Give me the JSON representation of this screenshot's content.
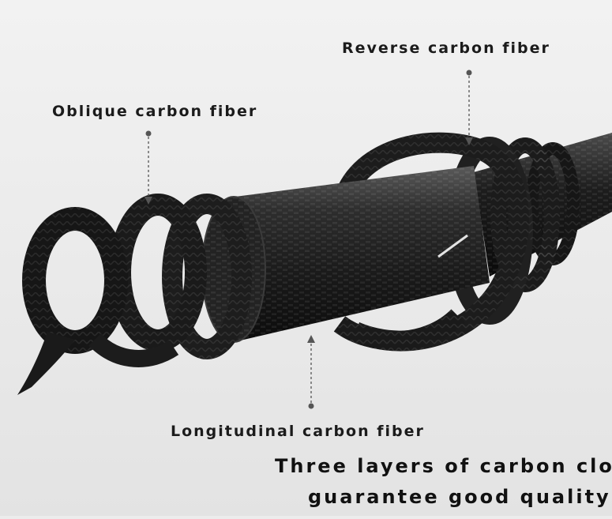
{
  "labels": {
    "reverse": "Reverse carbon fiber",
    "oblique": "Oblique carbon fiber",
    "longitudinal": "Longitudinal carbon fiber"
  },
  "tagline": {
    "line1": "Three layers of carbon cloth",
    "line2": "guarantee good quality"
  },
  "colors": {
    "background": "#ececec",
    "carbon_dark": "#1a1a1a",
    "carbon_light": "#3a3a3a",
    "text": "#1b1b1b"
  }
}
